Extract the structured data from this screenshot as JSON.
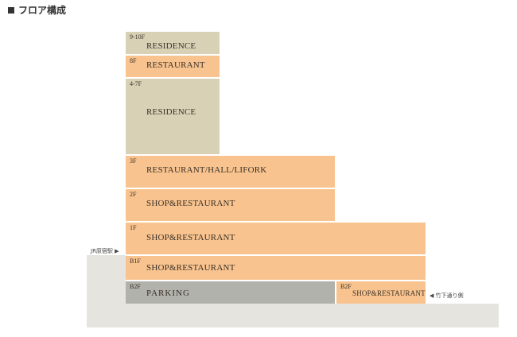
{
  "title": "フロア構成",
  "floors": [
    {
      "num": "9-10F",
      "name": "RESIDENCE"
    },
    {
      "num": "8F",
      "name": "RESTAURANT"
    },
    {
      "num": "4-7F",
      "name": "RESIDENCE"
    },
    {
      "num": "3F",
      "name": "RESTAURANT/HALL/LIFORK"
    },
    {
      "num": "2F",
      "name": "SHOP&RESTAURANT"
    },
    {
      "num": "1F",
      "name": "SHOP&RESTAURANT"
    },
    {
      "num": "B1F",
      "name": "SHOP&RESTAURANT"
    },
    {
      "num": "B2F",
      "name": "PARKING"
    },
    {
      "num": "B2F",
      "name": "SHOP&RESTAURANT"
    }
  ],
  "notes": {
    "jr": "JR原宿駅 ▶",
    "takeshita": "◀ 竹下通り側"
  },
  "colors": {
    "residence": "#d8d1b5",
    "shop": "#f8c38e",
    "parking": "#b2b2ad",
    "ground": "#e6e4de"
  }
}
